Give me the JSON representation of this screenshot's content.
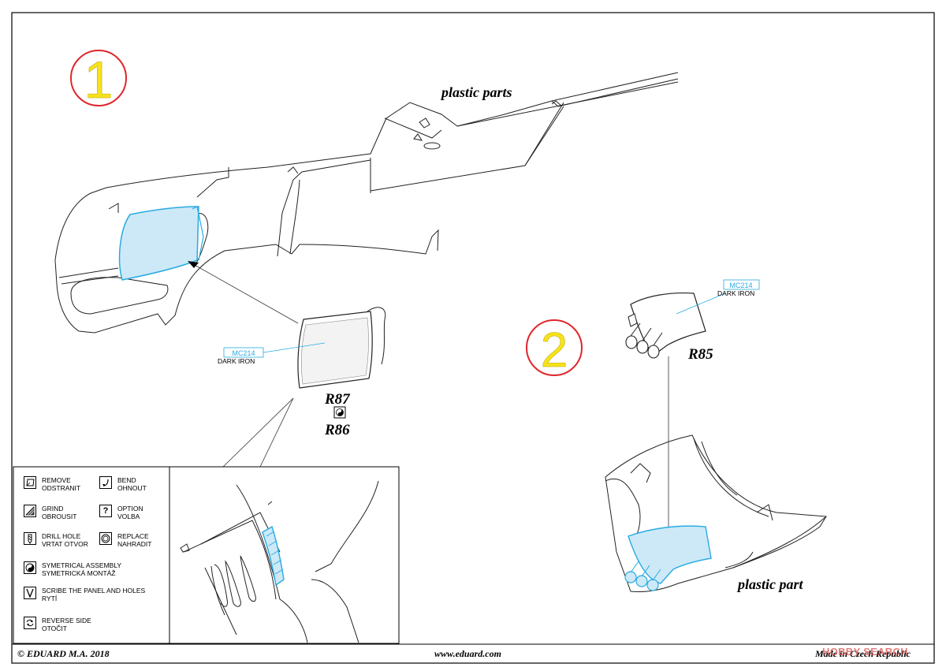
{
  "steps": {
    "step1": {
      "number": "1"
    },
    "step2": {
      "number": "2"
    }
  },
  "labels": {
    "plastic_parts": "plastic parts",
    "plastic_part": "plastic part"
  },
  "parts": {
    "r87": "R87",
    "r86": "R86",
    "r85": "R85"
  },
  "colors": {
    "step1": {
      "code": "MC214",
      "name": "DARK IRON"
    },
    "step2": {
      "code": "MC214",
      "name": "DARK IRON"
    },
    "accent_blue": "#29abe2",
    "circle_red": "#e0262b",
    "number_yellow": "#f7e21b"
  },
  "legend": [
    {
      "icon": "remove-icon",
      "line1": "REMOVE",
      "line2": "ODSTRANIT"
    },
    {
      "icon": "bend-icon",
      "line1": "BEND",
      "line2": "OHNOUT"
    },
    {
      "icon": "grind-icon",
      "line1": "GRIND",
      "line2": "OBROUSIT"
    },
    {
      "icon": "option-icon",
      "line1": "OPTION",
      "line2": "VOLBA"
    },
    {
      "icon": "drill-hole-icon",
      "line1": "DRILL HOLE",
      "line2": "VRTAT OTVOR"
    },
    {
      "icon": "replace-icon",
      "line1": "REPLACE",
      "line2": "NAHRADIT"
    },
    {
      "icon": "symmetrical-icon",
      "line1": "SYMETRICAL ASSEMBLY",
      "line2": "SYMETRICKÁ MONTÁŽ"
    },
    {
      "icon": "scribe-icon",
      "line1": "SCRIBE THE PANEL AND HOLES",
      "line2": "RYTÍ"
    },
    {
      "icon": "reverse-side-icon",
      "line1": "REVERSE SIDE",
      "line2": "OTOČIT"
    }
  ],
  "footer": {
    "copyright": "© EDUARD  M.A. 2018",
    "website": "www.eduard.com",
    "made_in": "Made in Czech Republic"
  },
  "watermark": "HOBBY SEARCH"
}
